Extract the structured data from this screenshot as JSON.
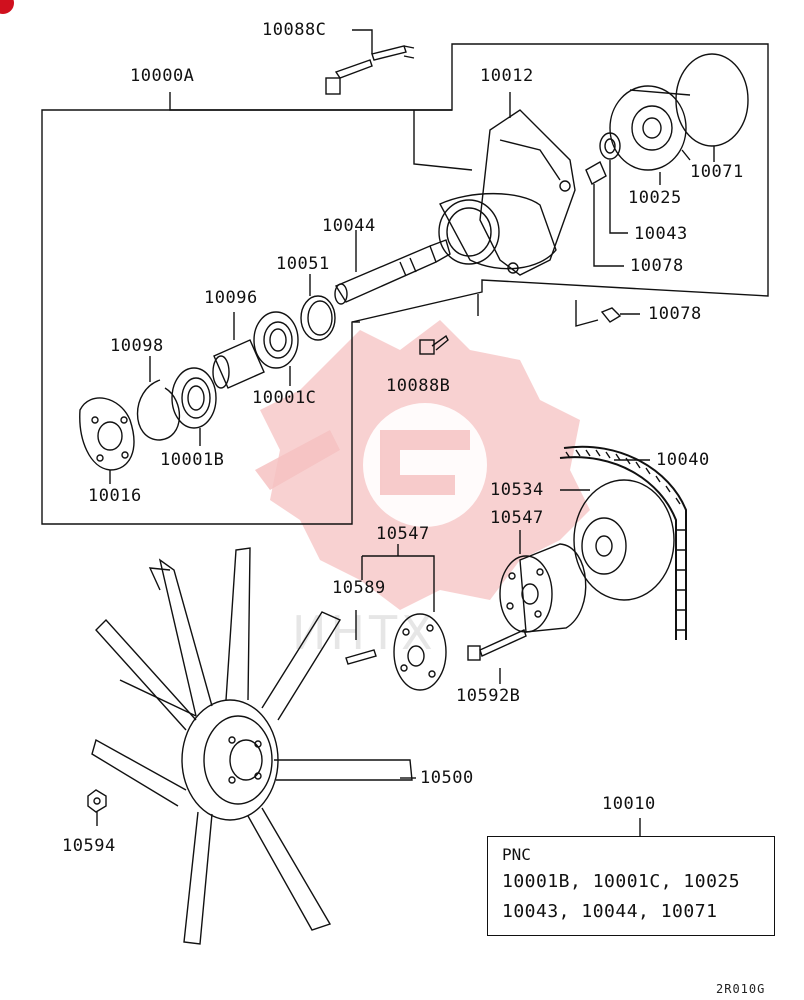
{
  "labels": {
    "bolt_upper": "10088C",
    "assembly": "10000A",
    "housing": "10012",
    "gasket": "10071",
    "cover": "10025",
    "bearing_seal": "10043",
    "fitting_upper": "10078",
    "fitting_lower": "10078",
    "shaft": "10044",
    "ring_10051": "10051",
    "spacer": "10096",
    "bearing_c": "10001C",
    "bolt_lower": "10088B",
    "snap_ring": "10098",
    "bearing_b": "10001B",
    "flange": "10016",
    "belt": "10040",
    "pulley": "10534",
    "spacer_right": "10547",
    "spacer_left": "10547",
    "stud": "10589",
    "bolt_fan": "10592B",
    "fan": "10500",
    "nut": "10594",
    "kit": "10010"
  },
  "pnc_box": {
    "header": "PNC",
    "line1": "10001B, 10001C, 10025",
    "line2": "10043, 10044, 10071"
  },
  "diagram_code": "2R010G",
  "watermark": {
    "text": "ИНТХ",
    "color": "#f4b4b4"
  }
}
